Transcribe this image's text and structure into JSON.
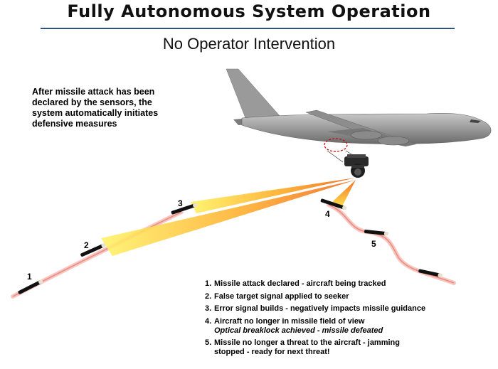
{
  "title": "Fully Autonomous System Operation",
  "subtitle": "No Operator Intervention",
  "intro_lines": [
    "After missile attack has been",
    "declared by the sensors, the",
    "system automatically initiates",
    "defensive measures"
  ],
  "missile_labels": [
    "1",
    "2",
    "3",
    "4",
    "5"
  ],
  "steps": [
    {
      "num": "1.",
      "lines": [
        "Missile attack declared - aircraft being tracked"
      ]
    },
    {
      "num": "2.",
      "lines": [
        "False target signal applied to seeker"
      ]
    },
    {
      "num": "3.",
      "lines": [
        "Error signal builds - negatively impacts missile guidance"
      ]
    },
    {
      "num": "4.",
      "lines": [
        "Aircraft no longer in missile field of view"
      ],
      "italic": "Optical breaklock achieved - missile defeated"
    },
    {
      "num": "5.",
      "lines": [
        "Missile no longer a threat to the aircraft - jamming",
        "stopped - ready for next threat!"
      ]
    }
  ],
  "colors": {
    "rule": "#2f4f7f",
    "trail": "#f4a6a0",
    "beam_hot": "#f07020",
    "beam_cool": "#ffe020",
    "aircraft": "#8a8a8a",
    "highlight_circle": "#cc0000"
  },
  "icons": [
    "aircraft-icon",
    "jammer-turret-icon",
    "missile-icon"
  ]
}
